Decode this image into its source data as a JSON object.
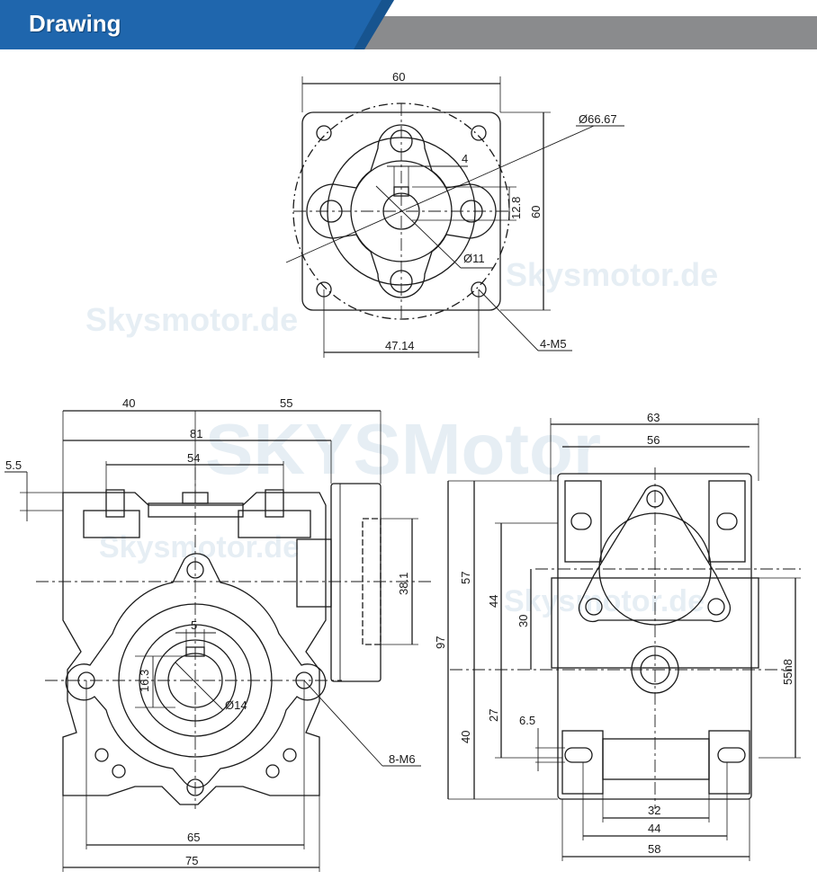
{
  "header": {
    "title": "Drawing"
  },
  "colors": {
    "banner_blue": "#1f66ad",
    "banner_gray": "#8a8b8d",
    "line": "#1a1a1a",
    "watermark": "#dfe8ef"
  },
  "watermarks": {
    "brand_large": "SKYSMotor",
    "site_1": "Skysmotor.de",
    "site_2": "Skysmotor.de",
    "site_3": "Skysmotor.de",
    "site_4": "Skysmotor.de"
  },
  "top_view": {
    "dims": {
      "width": "60",
      "diameter": "Ø66.67",
      "keyway": "4",
      "key_height": "12.8",
      "height": "60",
      "shaft": "Ø11",
      "bolt_spacing": "47.14",
      "bolt_holes": "4-M5"
    }
  },
  "front_view": {
    "dims": {
      "left": "40",
      "right": "55",
      "overall": "81",
      "top_span": "54",
      "offset": "5.5",
      "flange": "38.1",
      "keyway": "5",
      "key_height": "16.3",
      "bore": "Ø14",
      "mount_holes": "8-M6",
      "base_inner": "65",
      "base_outer": "75"
    }
  },
  "side_view": {
    "dims": {
      "width": "63",
      "inner_width": "56",
      "total_height": "97",
      "upper": "57",
      "mid": "44",
      "center": "30",
      "lower_1": "27",
      "lower_2": "40",
      "foot": "6.5",
      "fit": "55h8",
      "base_1": "32",
      "base_2": "44",
      "base_3": "58"
    }
  }
}
